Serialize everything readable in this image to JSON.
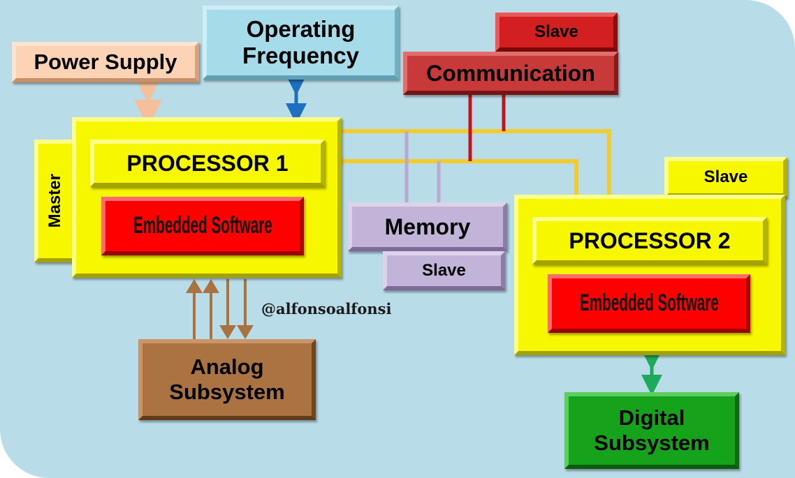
{
  "labels": {
    "power_supply": "Power Supply",
    "operating_frequency_line1": "Operating",
    "operating_frequency_line2": "Frequency",
    "communication": "Communication",
    "communication_role": "Slave",
    "processor1": "PROCESSOR 1",
    "processor1_software": "Embedded Software",
    "processor1_role": "Master",
    "memory": "Memory",
    "memory_role": "Slave",
    "processor2": "PROCESSOR 2",
    "processor2_software": "Embedded Software",
    "processor2_role": "Slave",
    "analog_line1": "Analog",
    "analog_line2": "Subsystem",
    "digital_line1": "Digital",
    "digital_line2": "Subsystem",
    "watermark": "@alfonsoalfonsi"
  },
  "colors": {
    "background": "#b8dce8",
    "bus_yellow": "#f2cc2f",
    "bus_red": "#c0151c",
    "bus_lilac": "#b9a9d0",
    "power_arrow": "#f6bf9c",
    "frequency_arrow": "#1f6fc0",
    "analog_arrow": "#a8733f",
    "digital_arrow": "#1daa5a"
  }
}
